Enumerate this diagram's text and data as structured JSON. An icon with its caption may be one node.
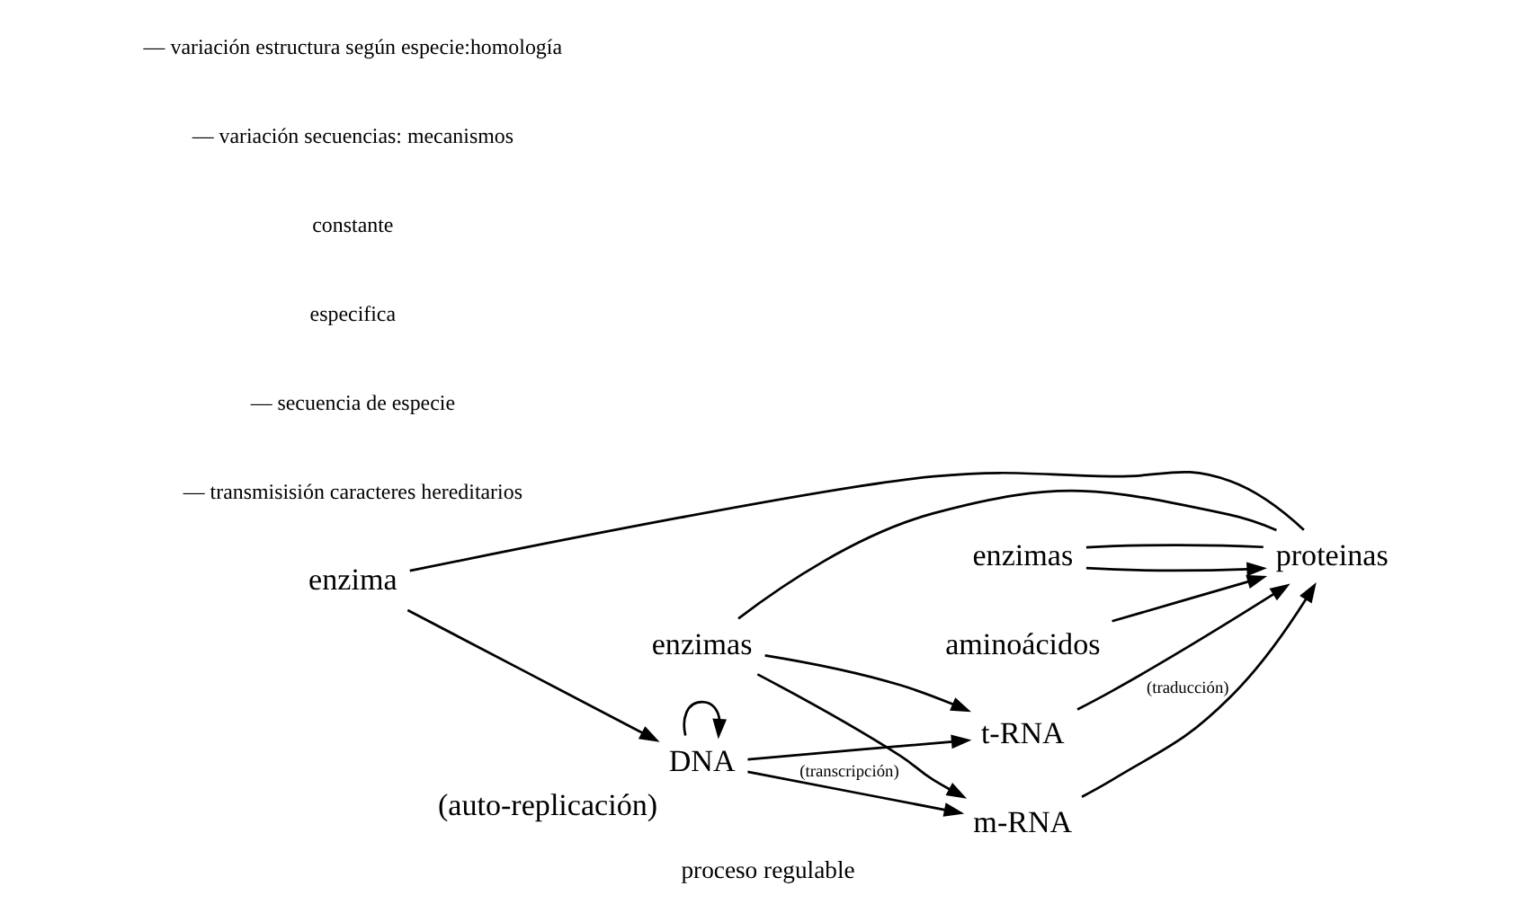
{
  "diagram": {
    "caption": "proceso regulable",
    "nodes": [
      {
        "text": [
          "enzima"
        ]
      },
      {
        "text": [
          "enzimas"
        ]
      },
      {
        "text": [
          "enzimas"
        ]
      },
      {
        "text": [
          "aminoácidos"
        ]
      },
      {
        "text": [
          "DNA"
        ],
        "beside": [
          "(auto-replicación)"
        ]
      },
      {
        "text": [
          "t-RNA"
        ]
      },
      {
        "text": [
          "m-RNA"
        ]
      },
      {
        "text": [
          "proteinas"
        ]
      }
    ],
    "edges": [
      {
        "from": 0,
        "to": 4,
        "arrow": "to"
      },
      {
        "from": 4,
        "to": 4,
        "arrow": "to"
      },
      {
        "from": 4,
        "to": 5,
        "arrow": "to"
      },
      {
        "from": 4,
        "to": 6,
        "arrow": "to",
        "label": "(transcripción)"
      },
      {
        "from": 1,
        "to": 6,
        "arrow": "to"
      },
      {
        "from": 1,
        "to": 5,
        "arrow": "to"
      },
      {
        "from": 6,
        "to": 7,
        "arrow": "to",
        "label": "(traducción)"
      },
      {
        "from": 2,
        "to": 7,
        "arrow": "to"
      },
      {
        "from": 3,
        "to": 7,
        "arrow": "to"
      },
      {
        "from": 5,
        "to": 7,
        "arrow": "to"
      },
      {
        "from": 0,
        "to": 7,
        "arrow": "none"
      },
      {
        "from": 1,
        "to": 7,
        "arrow": "none"
      },
      {
        "from": 2,
        "to": 7,
        "arrow": "none"
      }
    ],
    "labels": [
      "— transmisisión caracteres hereditarios",
      "— secuencia de especie",
      "especifica",
      "constante",
      "— variación secuencias: mecanismos",
      "— variación estructura según especie:homología"
    ]
  }
}
